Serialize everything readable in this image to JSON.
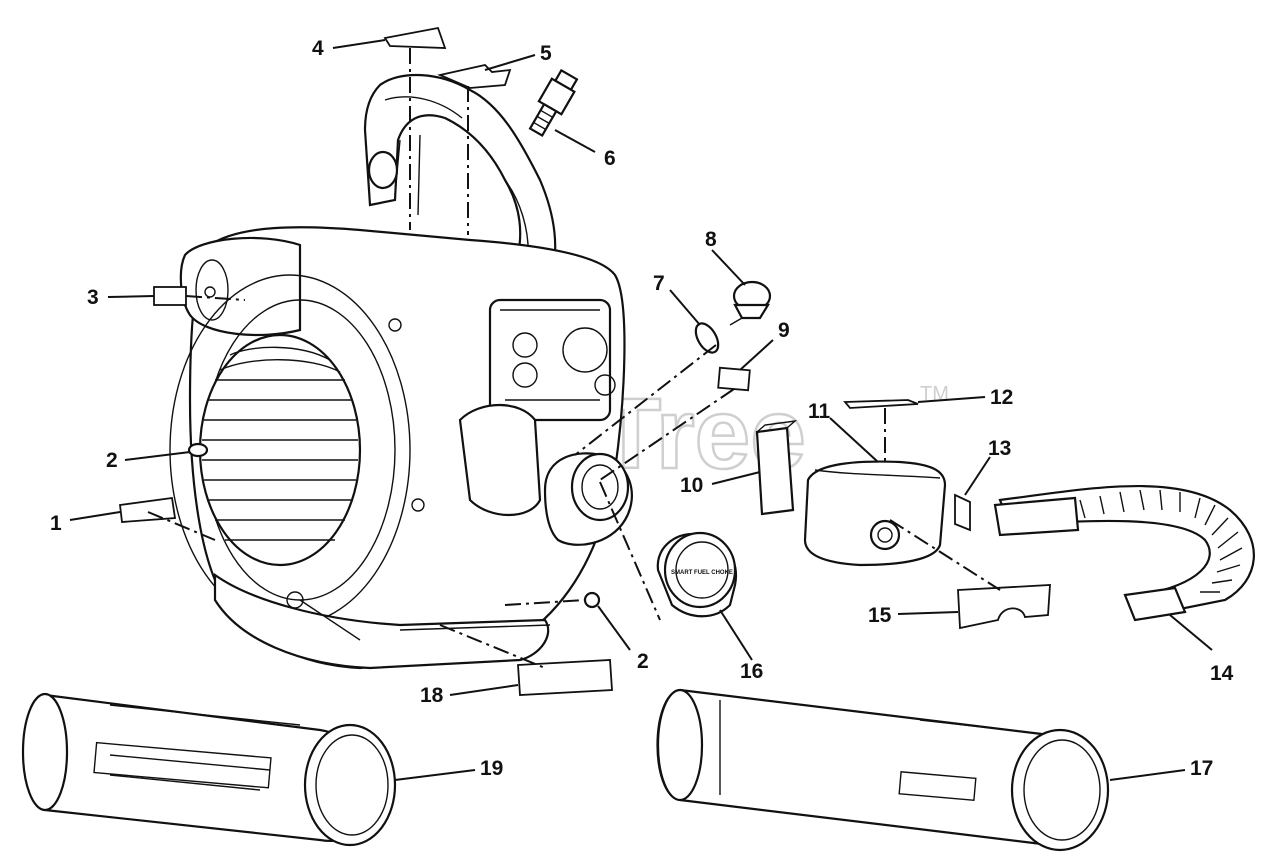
{
  "watermark": {
    "text": "PartsTree",
    "trademark": "TM"
  },
  "callouts": [
    {
      "id": "c1",
      "label": "1"
    },
    {
      "id": "c2a",
      "label": "2"
    },
    {
      "id": "c2b",
      "label": "2"
    },
    {
      "id": "c3",
      "label": "3"
    },
    {
      "id": "c4",
      "label": "4"
    },
    {
      "id": "c5",
      "label": "5"
    },
    {
      "id": "c6",
      "label": "6"
    },
    {
      "id": "c7",
      "label": "7"
    },
    {
      "id": "c8",
      "label": "8"
    },
    {
      "id": "c9",
      "label": "9"
    },
    {
      "id": "c10",
      "label": "10"
    },
    {
      "id": "c11",
      "label": "11"
    },
    {
      "id": "c12",
      "label": "12"
    },
    {
      "id": "c13",
      "label": "13"
    },
    {
      "id": "c14",
      "label": "14"
    },
    {
      "id": "c15",
      "label": "15"
    },
    {
      "id": "c16",
      "label": "16"
    },
    {
      "id": "c17",
      "label": "17"
    },
    {
      "id": "c18",
      "label": "18"
    },
    {
      "id": "c19",
      "label": "19"
    }
  ],
  "badge_text": "SMART FUEL CHOKE"
}
